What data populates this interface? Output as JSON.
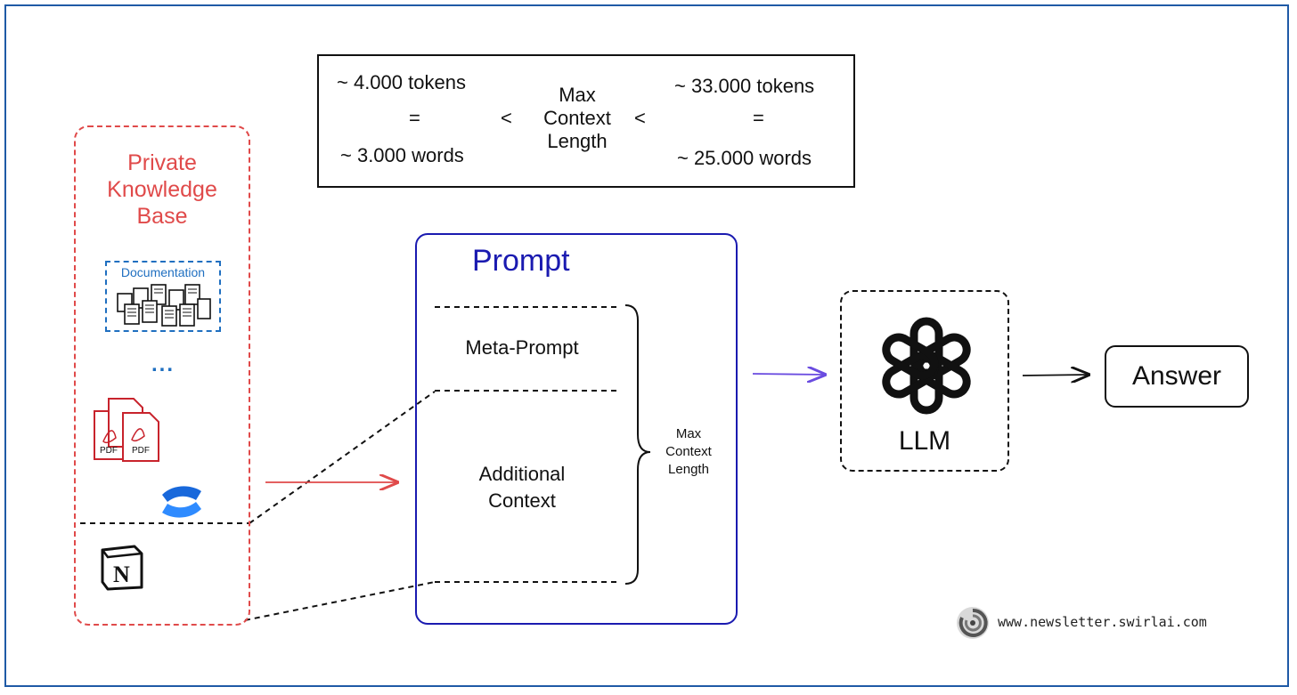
{
  "context_box": {
    "left_tokens": "~ 4.000 tokens",
    "left_eq": "=",
    "left_words": "~ 3.000 words",
    "lt_left": "<",
    "center_lines": [
      "Max",
      "Context",
      "Length"
    ],
    "lt_right": "<",
    "right_tokens": "~ 33.000 tokens",
    "right_eq": "=",
    "right_words": "~ 25.000 words"
  },
  "knowledge_base": {
    "title_lines": [
      "Private",
      "Knowledge",
      "Base"
    ],
    "documentation_label": "Documentation",
    "ellipsis": "...",
    "pdf_label": "PDF",
    "notion_letter": "N"
  },
  "prompt": {
    "title": "Prompt",
    "meta_prompt": "Meta-Prompt",
    "additional_context_lines": [
      "Additional",
      "Context"
    ],
    "brace_label_lines": [
      "Max",
      "Context",
      "Length"
    ]
  },
  "llm": {
    "label": "LLM"
  },
  "answer": {
    "label": "Answer"
  },
  "footer": {
    "url": "www.newsletter.swirlai.com"
  },
  "colors": {
    "frame": "#1f5aa6",
    "knowledge_base": "#e04a4a",
    "documentation": "#1f6fc0",
    "prompt": "#1a1ab0",
    "arrow_to_prompt": "#e04a4a",
    "arrow_to_llm": "#6a4ce0",
    "confluence": "#1868db"
  }
}
